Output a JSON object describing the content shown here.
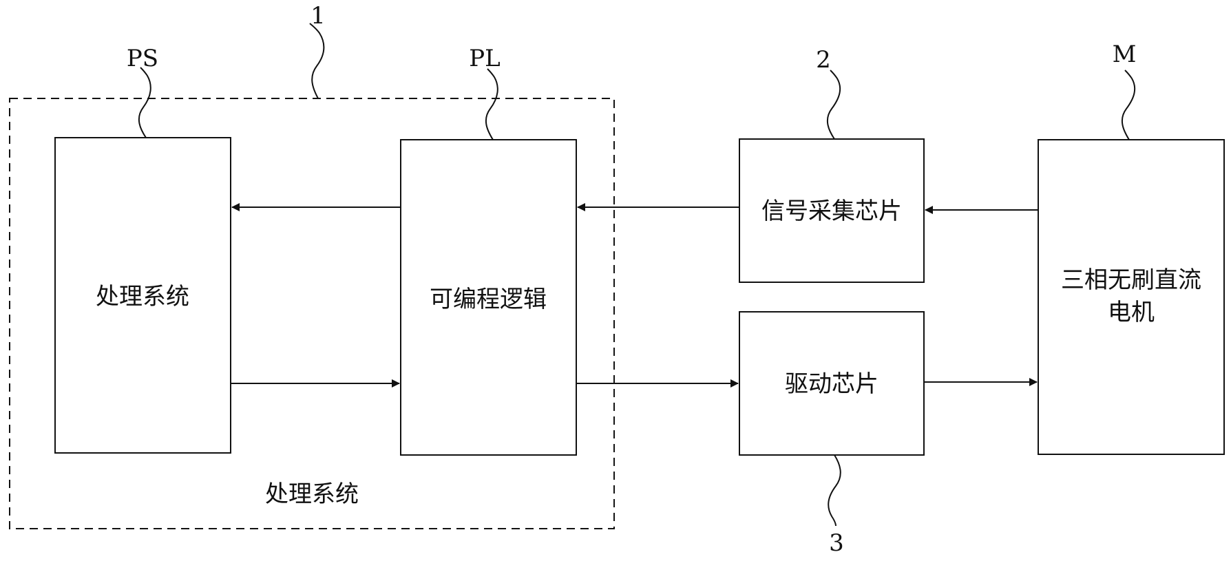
{
  "refs": {
    "group": "1",
    "signal_chip": "2",
    "driver_chip": "3",
    "ps": "PS",
    "pl": "PL",
    "motor": "M"
  },
  "blocks": {
    "processing_system": "处理系统",
    "programmable_logic": "可编程逻辑",
    "signal_acquisition_chip": "信号采集芯片",
    "driver_chip": "驱动芯片",
    "motor_line1": "三相无刷直流",
    "motor_line2": "电机"
  },
  "group_label": "处理系统"
}
